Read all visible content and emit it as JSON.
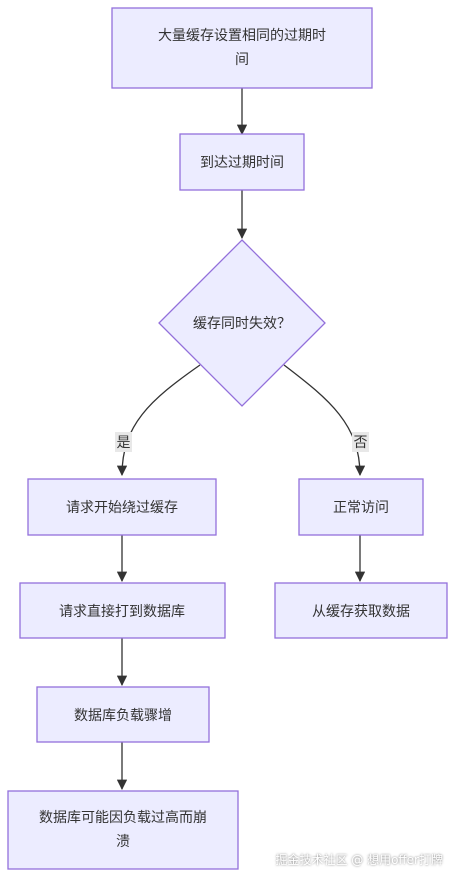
{
  "nodes": {
    "n1": [
      "大量缓存设置相同的过期时",
      "间"
    ],
    "n2": [
      "到达过期时间"
    ],
    "n3": [
      "缓存同时失效？"
    ],
    "n4": [
      "请求开始绕过缓存"
    ],
    "n5": [
      "请求直接打到数据库"
    ],
    "n6": [
      "数据库负载骤增"
    ],
    "n7": [
      "数据库可能因负载过高而崩",
      "溃"
    ],
    "n8": [
      "正常访问"
    ],
    "n9": [
      "从缓存获取数据"
    ]
  },
  "edges": {
    "yes": "是",
    "no": "否"
  },
  "watermark": "掘金技术社区 @ 想用offer打牌",
  "colors": {
    "node_fill": "#ECECFF",
    "node_stroke": "#9370DB",
    "edge": "#333333"
  }
}
